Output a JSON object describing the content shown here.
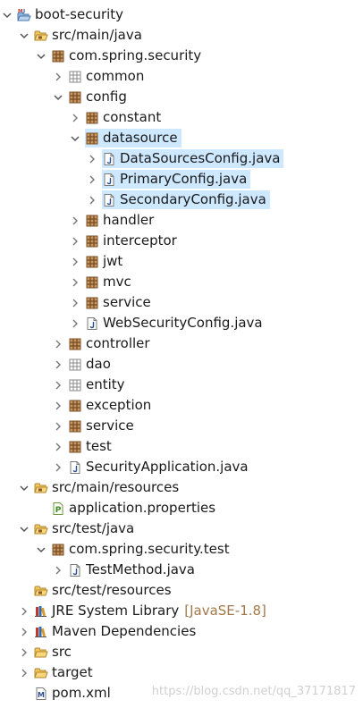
{
  "tree": {
    "rows": [
      {
        "label": "boot-security",
        "level": 0,
        "expander": "open",
        "icon": "maven-project-icon"
      },
      {
        "label": "src/main/java",
        "level": 1,
        "expander": "open",
        "icon": "source-folder-icon"
      },
      {
        "label": "com.spring.security",
        "level": 2,
        "expander": "open",
        "icon": "package-icon"
      },
      {
        "label": "common",
        "level": 3,
        "expander": "closed",
        "icon": "empty-package-icon"
      },
      {
        "label": "config",
        "level": 3,
        "expander": "open",
        "icon": "package-icon"
      },
      {
        "label": "constant",
        "level": 4,
        "expander": "closed",
        "icon": "package-icon"
      },
      {
        "label": "datasource",
        "level": 4,
        "expander": "open",
        "icon": "package-icon",
        "selected": true
      },
      {
        "label": "DataSourcesConfig.java",
        "level": 5,
        "expander": "closed",
        "icon": "java-file-icon",
        "selected": true
      },
      {
        "label": "PrimaryConfig.java",
        "level": 5,
        "expander": "closed",
        "icon": "java-file-icon",
        "selected": true
      },
      {
        "label": "SecondaryConfig.java",
        "level": 5,
        "expander": "closed",
        "icon": "java-file-icon",
        "selected": true
      },
      {
        "label": "handler",
        "level": 4,
        "expander": "closed",
        "icon": "package-icon"
      },
      {
        "label": "interceptor",
        "level": 4,
        "expander": "closed",
        "icon": "package-icon"
      },
      {
        "label": "jwt",
        "level": 4,
        "expander": "closed",
        "icon": "package-icon"
      },
      {
        "label": "mvc",
        "level": 4,
        "expander": "closed",
        "icon": "package-icon"
      },
      {
        "label": "service",
        "level": 4,
        "expander": "closed",
        "icon": "package-icon"
      },
      {
        "label": "WebSecurityConfig.java",
        "level": 4,
        "expander": "closed",
        "icon": "java-file-icon"
      },
      {
        "label": "controller",
        "level": 3,
        "expander": "closed",
        "icon": "package-icon"
      },
      {
        "label": "dao",
        "level": 3,
        "expander": "closed",
        "icon": "empty-package-icon"
      },
      {
        "label": "entity",
        "level": 3,
        "expander": "closed",
        "icon": "empty-package-icon"
      },
      {
        "label": "exception",
        "level": 3,
        "expander": "closed",
        "icon": "package-icon"
      },
      {
        "label": "service",
        "level": 3,
        "expander": "closed",
        "icon": "package-icon"
      },
      {
        "label": "test",
        "level": 3,
        "expander": "closed",
        "icon": "package-icon"
      },
      {
        "label": "SecurityApplication.java",
        "level": 3,
        "expander": "closed",
        "icon": "java-file-icon"
      },
      {
        "label": "src/main/resources",
        "level": 1,
        "expander": "open",
        "icon": "source-folder-icon"
      },
      {
        "label": "application.properties",
        "level": 2,
        "expander": "none",
        "icon": "properties-file-icon"
      },
      {
        "label": "src/test/java",
        "level": 1,
        "expander": "open",
        "icon": "source-folder-icon"
      },
      {
        "label": "com.spring.security.test",
        "level": 2,
        "expander": "open",
        "icon": "package-icon"
      },
      {
        "label": "TestMethod.java",
        "level": 3,
        "expander": "closed",
        "icon": "java-file-icon"
      },
      {
        "label": "src/test/resources",
        "level": 1,
        "expander": "none",
        "icon": "source-folder-icon"
      },
      {
        "label": "JRE System Library",
        "level": 1,
        "expander": "closed",
        "icon": "library-icon",
        "decoration": "[JavaSE-1.8]"
      },
      {
        "label": "Maven Dependencies",
        "level": 1,
        "expander": "closed",
        "icon": "library-icon"
      },
      {
        "label": "src",
        "level": 1,
        "expander": "closed",
        "icon": "folder-icon"
      },
      {
        "label": "target",
        "level": 1,
        "expander": "closed",
        "icon": "folder-icon"
      },
      {
        "label": "pom.xml",
        "level": 1,
        "expander": "none",
        "icon": "pom-file-icon"
      }
    ]
  },
  "watermark": "https://blog.csdn.net/qq_37171817",
  "colors": {
    "selection": "#cde8ff",
    "package": "#a0703b",
    "folder": "#e3b34a",
    "decoration": "#a2784a"
  }
}
